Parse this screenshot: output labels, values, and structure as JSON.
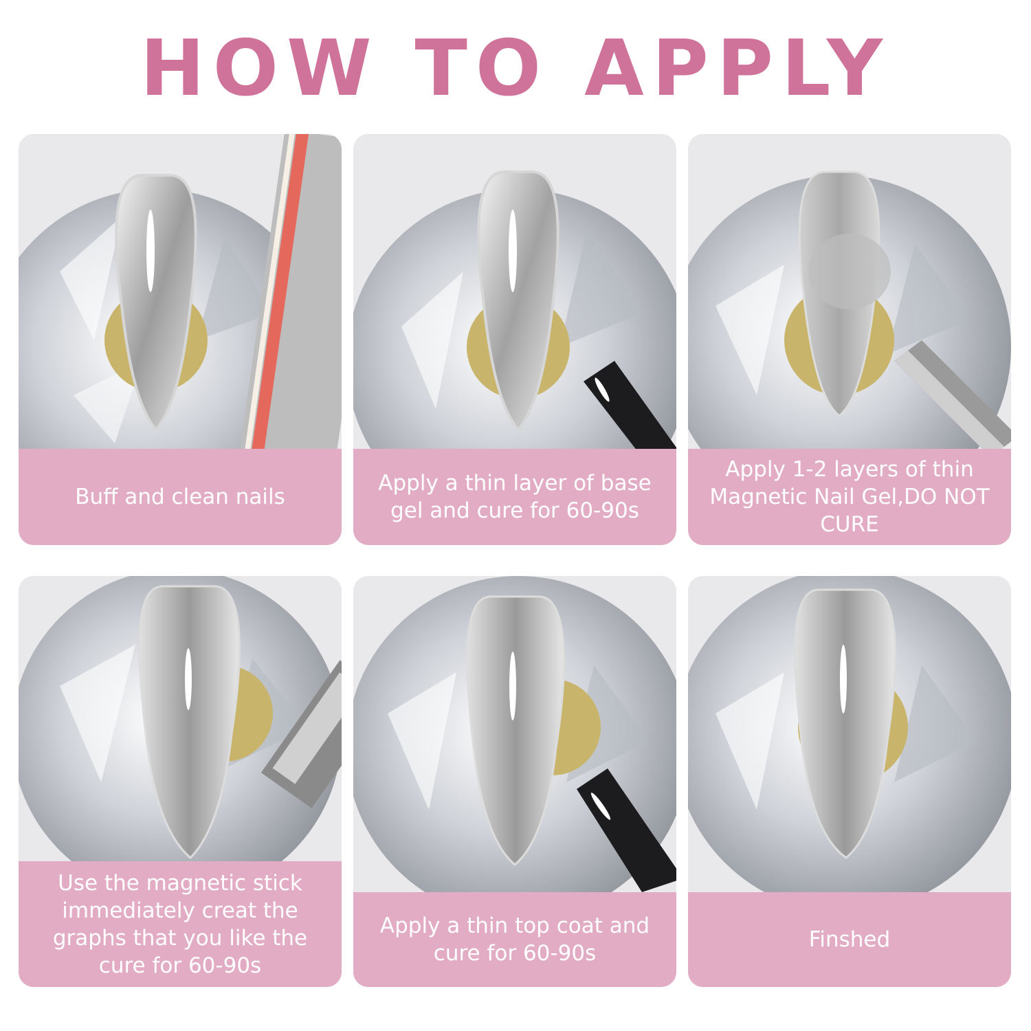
{
  "title": "HOW TO APPLY",
  "colors": {
    "title": "#d0739a",
    "caption_bg": "#e2acc4",
    "caption_text": "#ffffff"
  },
  "steps": [
    {
      "caption": "Buff and clean nails",
      "tool": "nail-file"
    },
    {
      "caption": "Apply a thin layer of base gel and cure for 60-90s",
      "tool": "black-brush"
    },
    {
      "caption": "Apply 1-2 layers of thin Magnetic Nail Gel,DO NOT CURE",
      "tool": "silver-brush"
    },
    {
      "caption": "Use the magnetic stick immediately creat the graphs that you like the cure for 60-90s",
      "tool": "magnet-stick"
    },
    {
      "caption": "Apply a thin top coat and cure for 60-90s",
      "tool": "black-brush"
    },
    {
      "caption": "Finshed",
      "tool": "none"
    }
  ]
}
